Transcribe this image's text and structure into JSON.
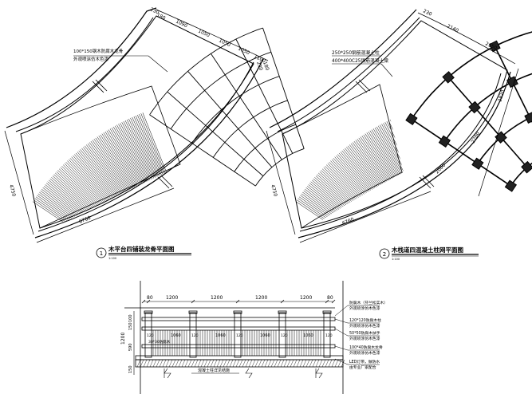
{
  "plan1": {
    "title": "木平台四铺装龙骨平面图",
    "number": "1",
    "scale": "1:100",
    "callout_1": "100*150钢木防腐木龙骨",
    "callout_2": "外观喷涂仿木色漆",
    "top_dims": [
      "230",
      "180",
      "1090",
      "1050",
      "1050",
      "1050",
      "1100",
      "230",
      "180"
    ],
    "left_dim": "4750",
    "bottom_dim": "6760"
  },
  "plan2": {
    "title": "木栈道四混凝土柱网平面图",
    "number": "2",
    "scale": "1:100",
    "callout_1": "250*250钢筋混凝土柱",
    "callout_2": "400*400C25钢筋混凝土梁",
    "top_dims": [
      "230",
      "2140",
      "2150"
    ],
    "right_dims": [
      "2820",
      "2200",
      "2000"
    ],
    "left_dim": "4750",
    "bottom_dim": "6760"
  },
  "elevation": {
    "top_dims": [
      "80",
      "1200",
      "1200",
      "1200",
      "1200",
      "80"
    ],
    "mid_dims": [
      "1060",
      "1060",
      "1060",
      "1060"
    ],
    "post_dims": [
      "120",
      "120",
      "120",
      "120",
      "120"
    ],
    "left_dims": [
      "1200",
      "100",
      "150",
      "590",
      "150"
    ],
    "inner_label": "30*30防腐木",
    "bottom_label": "混凝土柱详见结施",
    "notes": [
      "防腐木（芬兰松实木）",
      "外观喷涂仿木色漆",
      "120*120防腐木柱",
      "外观喷涂仿木色漆",
      "50*50防腐木扶手",
      "外观喷涂仿木色漆",
      "100*40防腐木龙骨",
      "外观喷涂仿木色漆",
      "LED灯带，做防水",
      "由专业厂家配合"
    ]
  }
}
